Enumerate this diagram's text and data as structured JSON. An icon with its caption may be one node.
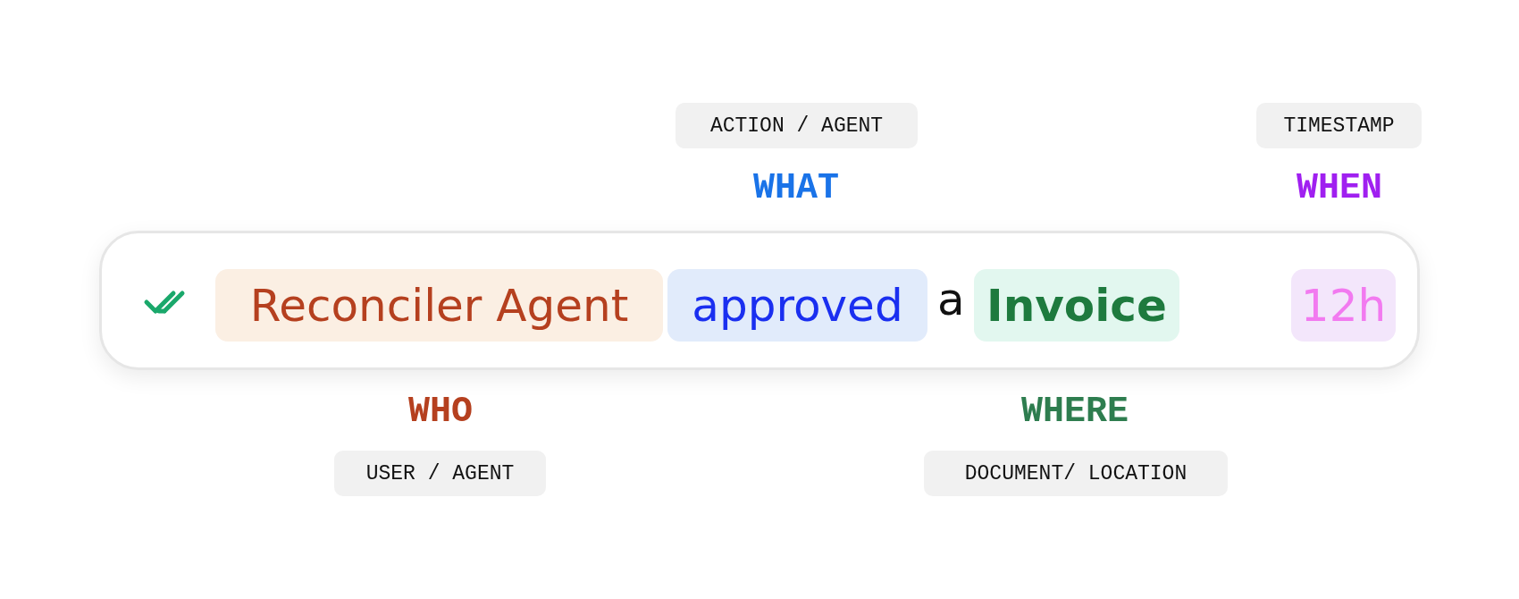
{
  "diagram": {
    "nodes": [
      {
        "text": [
          "ACTION / AGENT"
        ],
        "beside": [
          "WHAT"
        ]
      },
      {
        "text": [
          "TIMESTAMP"
        ],
        "beside": [
          "WHEN"
        ]
      },
      {
        "text": [
          "a"
        ]
      },
      {
        "text": [
          "Reconciler Agent"
        ],
        "in": 2
      },
      {
        "text": [
          "approved"
        ],
        "in": 2
      },
      {
        "text": [
          "Invoice"
        ],
        "in": 2
      },
      {
        "text": [
          "12h"
        ],
        "in": 2
      },
      {
        "text": [
          "USER / AGENT"
        ],
        "beside": [
          "WHO"
        ]
      },
      {
        "text": [
          "DOCUMENT/ LOCATION"
        ],
        "beside": [
          "WHERE"
        ]
      }
    ]
  }
}
